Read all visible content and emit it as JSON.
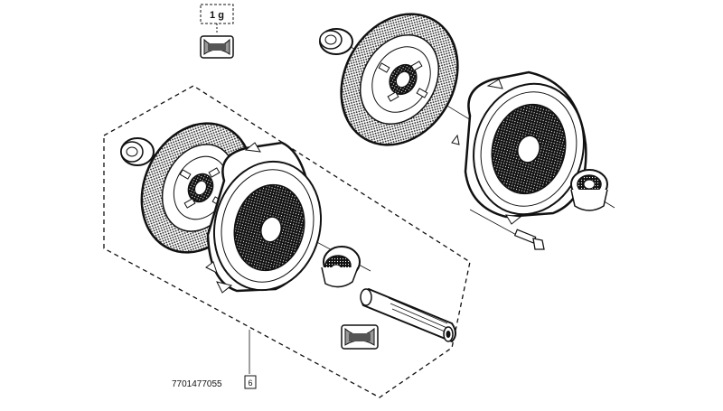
{
  "diagram": {
    "grease_label": "1 g",
    "kit_part_number": "7701477055",
    "kit_callout": "6"
  },
  "colors": {
    "ink": "#111111",
    "paper": "#ffffff",
    "grease": "#bdbdbd"
  },
  "icons": [
    "grease-tube-icon",
    "grease-sachet-icon"
  ]
}
